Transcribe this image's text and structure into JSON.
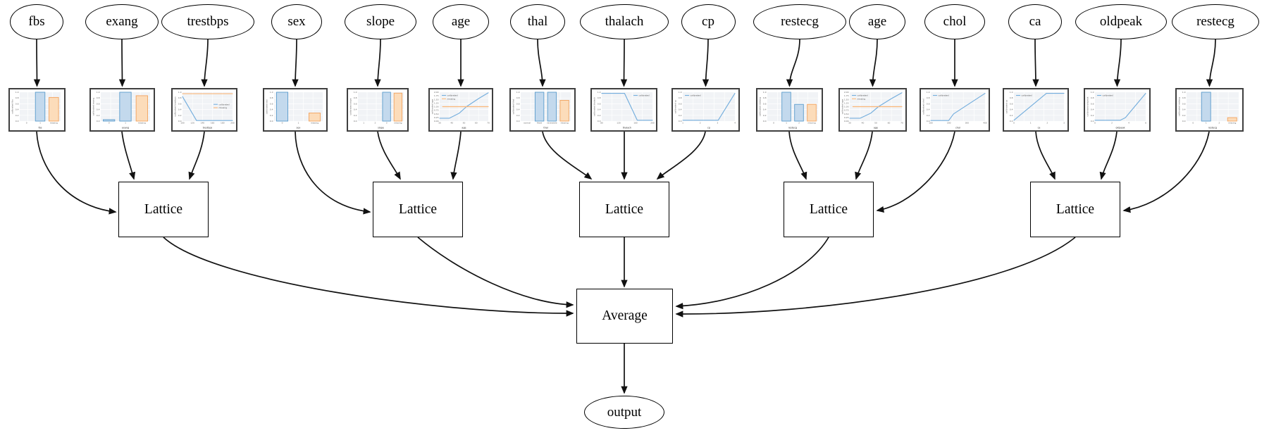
{
  "features": [
    {
      "label": "fbs",
      "chart": {
        "type": "bar",
        "ylabel": "calibrated fbs",
        "xlabel": "fbs",
        "yticks": [
          "1.0",
          "0.8",
          "0.6",
          "0.4",
          "0.2",
          "0.0"
        ],
        "categories": [
          "0",
          "1",
          "missing"
        ],
        "values": [
          0,
          1.0,
          0.82
        ],
        "bar_colors": [
          "blue",
          "blue",
          "orange"
        ]
      }
    },
    {
      "label": "exang",
      "chart": {
        "type": "bar",
        "ylabel": "calibrated exang",
        "xlabel": "exang",
        "yticks": [
          "1.0",
          "0.8",
          "0.6",
          "0.4",
          "0.2",
          "0.0"
        ],
        "categories": [
          "0",
          "1",
          "missing"
        ],
        "values": [
          0.05,
          1.0,
          0.88
        ],
        "bar_colors": [
          "blue",
          "blue",
          "orange"
        ]
      }
    },
    {
      "label": "trestbps",
      "chart": {
        "type": "line",
        "ylabel": "calibrated trestbps",
        "xlabel": "trestbps",
        "yticks": [
          "1.0",
          "0.8",
          "0.6",
          "0.4",
          "0.2",
          "0.0"
        ],
        "xticks": [
          "100",
          "120",
          "140",
          "160",
          "180",
          "200"
        ],
        "series": [
          {
            "name": "calibrated",
            "color": "blue",
            "points": [
              [
                0,
                0.85
              ],
              [
                0.28,
                0.02
              ],
              [
                1,
                0.02
              ]
            ]
          },
          {
            "name": "missing",
            "color": "orange",
            "points": [
              [
                0,
                0.95
              ],
              [
                1,
                0.95
              ]
            ]
          }
        ],
        "legend_pos": "mid-right"
      }
    },
    {
      "label": "sex",
      "chart": {
        "type": "bar",
        "ylabel": "calibrated sex",
        "xlabel": "sex",
        "yticks": [
          "1.0",
          "0.8",
          "0.6",
          "0.4",
          "0.2",
          "0.0"
        ],
        "categories": [
          "0",
          "1",
          "missing"
        ],
        "values": [
          1.0,
          0,
          0.28
        ],
        "bar_colors": [
          "blue",
          "blue",
          "orange"
        ]
      }
    },
    {
      "label": "slope",
      "chart": {
        "type": "bar",
        "ylabel": "calibrated slope",
        "xlabel": "slope",
        "yticks": [
          "1.0",
          "0.8",
          "0.6",
          "0.4",
          "0.2",
          "0.0"
        ],
        "categories": [
          "1",
          "2",
          "3",
          "missing"
        ],
        "values": [
          0,
          0,
          1.0,
          0.97
        ],
        "bar_colors": [
          "blue",
          "blue",
          "blue",
          "orange"
        ]
      }
    },
    {
      "label": "age",
      "chart": {
        "type": "line",
        "ylabel": "calibrated age",
        "xlabel": "age",
        "yticks": [
          "2.00",
          "1.75",
          "1.50",
          "1.25",
          "1.00",
          "0.75",
          "0.50",
          "0.25",
          "0.00"
        ],
        "xticks": [
          "30",
          "40",
          "50",
          "60",
          "70"
        ],
        "series": [
          {
            "name": "calibrated",
            "color": "blue",
            "points": [
              [
                0,
                0.1
              ],
              [
                0.2,
                0.1
              ],
              [
                0.4,
                0.27
              ],
              [
                0.55,
                0.5
              ],
              [
                0.8,
                0.78
              ],
              [
                1,
                0.98
              ]
            ]
          },
          {
            "name": "missing",
            "color": "orange",
            "points": [
              [
                0.06,
                0.5
              ],
              [
                1,
                0.5
              ]
            ]
          }
        ],
        "legend_pos": "top-left"
      }
    },
    {
      "label": "thal",
      "chart": {
        "type": "bar",
        "ylabel": "calibrated thal",
        "xlabel": "thal",
        "yticks": [
          "1.0",
          "0.8",
          "0.6",
          "0.4",
          "0.2",
          "0.0"
        ],
        "categories": [
          "normal",
          "fixed",
          "reversible",
          "missing"
        ],
        "values": [
          0,
          1.0,
          1.0,
          0.72
        ],
        "bar_colors": [
          "blue",
          "blue",
          "blue",
          "orange"
        ]
      }
    },
    {
      "label": "thalach",
      "chart": {
        "type": "line",
        "ylabel": "calibrated thalach",
        "xlabel": "thalach",
        "yticks": [
          "1.0",
          "0.8",
          "0.6",
          "0.4",
          "0.2",
          "0.0"
        ],
        "xticks": [
          "80",
          "120",
          "160",
          "200"
        ],
        "series": [
          {
            "name": "calibrated",
            "color": "blue",
            "points": [
              [
                0,
                0.96
              ],
              [
                0.45,
                0.96
              ],
              [
                0.7,
                0.03
              ],
              [
                1,
                0.03
              ]
            ]
          }
        ],
        "legend_pos": "top-right"
      }
    },
    {
      "label": "cp",
      "chart": {
        "type": "line",
        "ylabel": "calibrated cp",
        "xlabel": "cp",
        "yticks": [
          "1.0",
          "0.8",
          "0.6",
          "0.4",
          "0.2",
          "0.0"
        ],
        "xticks": [
          "1",
          "2",
          "3",
          "4"
        ],
        "series": [
          {
            "name": "calibrated",
            "color": "blue",
            "points": [
              [
                0,
                0.03
              ],
              [
                0.68,
                0.03
              ],
              [
                1,
                0.96
              ]
            ]
          }
        ],
        "legend_pos": "top-left"
      }
    },
    {
      "label": "restecg",
      "chart": {
        "type": "bar",
        "ylabel": "calibrated restecg",
        "xlabel": "restecg",
        "yticks": [
          "1.0",
          "0.8",
          "0.6",
          "0.4",
          "0.2",
          "0.0"
        ],
        "categories": [
          "0",
          "1",
          "2",
          "missing"
        ],
        "values": [
          0,
          1.0,
          0.58,
          0.58
        ],
        "bar_colors": [
          "blue",
          "blue",
          "blue",
          "orange"
        ]
      }
    },
    {
      "label": "age",
      "chart": {
        "type": "line",
        "ylabel": "calibrated age",
        "xlabel": "age",
        "yticks": [
          "2.00",
          "1.75",
          "1.50",
          "1.25",
          "1.00",
          "0.75",
          "0.50",
          "0.25",
          "0.00"
        ],
        "xticks": [
          "30",
          "40",
          "50",
          "60",
          "70"
        ],
        "series": [
          {
            "name": "calibrated",
            "color": "blue",
            "points": [
              [
                0,
                0.1
              ],
              [
                0.2,
                0.1
              ],
              [
                0.4,
                0.27
              ],
              [
                0.55,
                0.5
              ],
              [
                0.8,
                0.78
              ],
              [
                1,
                0.98
              ]
            ]
          },
          {
            "name": "missing",
            "color": "orange",
            "points": [
              [
                0.06,
                0.5
              ],
              [
                1,
                0.5
              ]
            ]
          }
        ],
        "legend_pos": "top-left"
      }
    },
    {
      "label": "chol",
      "chart": {
        "type": "line",
        "ylabel": "calibrated chol",
        "xlabel": "chol",
        "yticks": [
          "1.0",
          "0.8",
          "0.6",
          "0.4",
          "0.2",
          "0.0"
        ],
        "xticks": [
          "100",
          "200",
          "300",
          "400"
        ],
        "series": [
          {
            "name": "calibrated",
            "color": "blue",
            "points": [
              [
                0,
                0.02
              ],
              [
                0.33,
                0.02
              ],
              [
                0.42,
                0.25
              ],
              [
                1,
                0.96
              ]
            ]
          }
        ],
        "legend_pos": "top-left"
      }
    },
    {
      "label": "ca",
      "chart": {
        "type": "line",
        "ylabel": "calibrated ca",
        "xlabel": "ca",
        "yticks": [
          "1.0",
          "0.8",
          "0.6",
          "0.4",
          "0.2",
          "0.0"
        ],
        "xticks": [
          "0",
          "1",
          "2",
          "3"
        ],
        "series": [
          {
            "name": "calibrated",
            "color": "blue",
            "points": [
              [
                0,
                0.03
              ],
              [
                0.65,
                0.96
              ],
              [
                1,
                0.96
              ]
            ]
          }
        ],
        "legend_pos": "top-left"
      }
    },
    {
      "label": "oldpeak",
      "chart": {
        "type": "line",
        "ylabel": "calibrated oldpeak",
        "xlabel": "oldpeak",
        "yticks": [
          "1.0",
          "0.8",
          "0.6",
          "0.4",
          "0.2",
          "0.0"
        ],
        "xticks": [
          "0",
          "2",
          "4",
          "6"
        ],
        "series": [
          {
            "name": "calibrated",
            "color": "blue",
            "points": [
              [
                0,
                0.03
              ],
              [
                0.5,
                0.03
              ],
              [
                0.6,
                0.12
              ],
              [
                1,
                0.96
              ]
            ]
          }
        ],
        "legend_pos": "top-left"
      }
    },
    {
      "label": "restecg",
      "chart": {
        "type": "bar",
        "ylabel": "calibrated restecg",
        "xlabel": "restecg",
        "yticks": [
          "1.0",
          "0.8",
          "0.6",
          "0.4",
          "0.2",
          "0.0"
        ],
        "categories": [
          "0",
          "1",
          "2",
          "missing"
        ],
        "values": [
          0,
          1.0,
          0,
          0.12
        ],
        "bar_colors": [
          "blue",
          "blue",
          "blue",
          "orange"
        ]
      }
    }
  ],
  "lattices": [
    {
      "label": "Lattice"
    },
    {
      "label": "Lattice"
    },
    {
      "label": "Lattice"
    },
    {
      "label": "Lattice"
    },
    {
      "label": "Lattice"
    }
  ],
  "average": {
    "label": "Average"
  },
  "output": {
    "label": "output"
  },
  "colors": {
    "line_calibrated": "#74aedd",
    "line_missing": "#fbb678",
    "bar_blue_fill": "#c3d9ed",
    "bar_blue_edge": "#5b9ccc",
    "bar_orange_fill": "#fcdcba",
    "bar_orange_edge": "#f2a35e",
    "edge": "#111111",
    "chart_bg": "#f1f3f6"
  }
}
